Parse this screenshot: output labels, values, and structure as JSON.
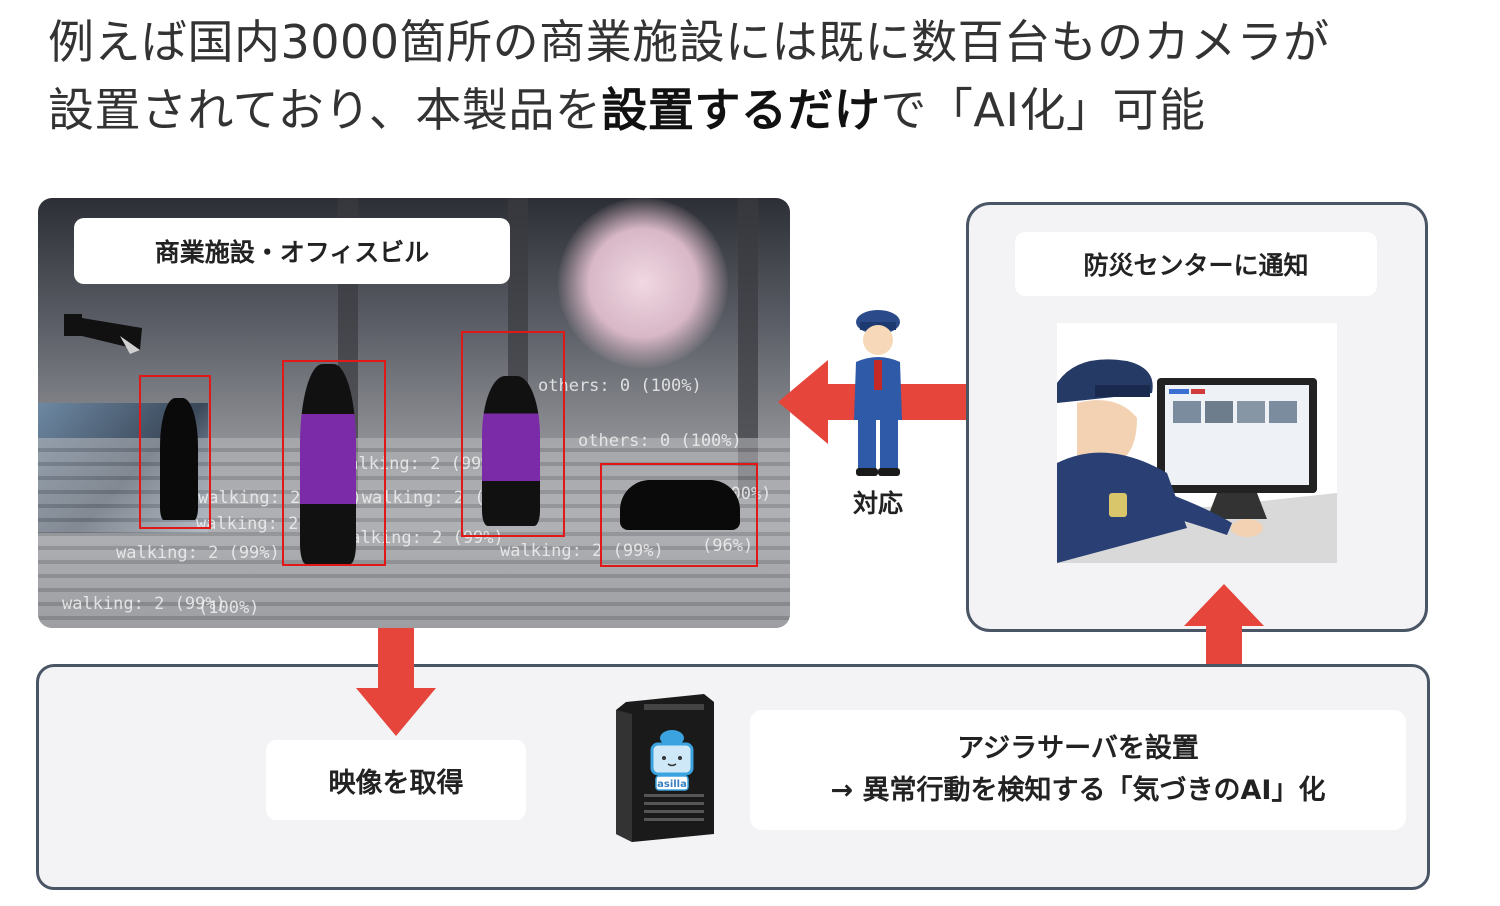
{
  "headline": {
    "line1": "例えば国内3000箇所の商業施設には既に数百台ものカメラが",
    "line2_prefix": "設置されており、本製品を",
    "line2_bold": "設置するだけ",
    "line2_suffix": "で「AI化」可能"
  },
  "photo": {
    "label": "商業施設・オフィスビル",
    "overlay_lines": [
      "others: 0 (100%)",
      "others: 0 (100%)",
      "walking: 2 (99%)",
      "walking: 2 (99%)walking: 2 (99%)",
      "walking: 2 (99%)",
      "walking: 2 (99%)",
      "walking: 2 (99%)",
      "walking: 2 (99%)",
      "walking: 2 (99%)",
      "(100%)",
      "(100%)",
      "(96%)"
    ]
  },
  "guard": {
    "label": "対応"
  },
  "center": {
    "label": "防災センターに通知"
  },
  "acquire": {
    "label": "映像を取得"
  },
  "server": {
    "line1": "アジラサーバを設置",
    "line2": "→ 異常行動を検知する「気づきのAI」化",
    "brand": "asilla"
  },
  "colors": {
    "arrow": "#e5453a",
    "panel_border": "#4a5566",
    "panel_fill": "#f3f3f5",
    "detection_box": "#e01818",
    "highlight_purple": "#7b2aa8"
  }
}
